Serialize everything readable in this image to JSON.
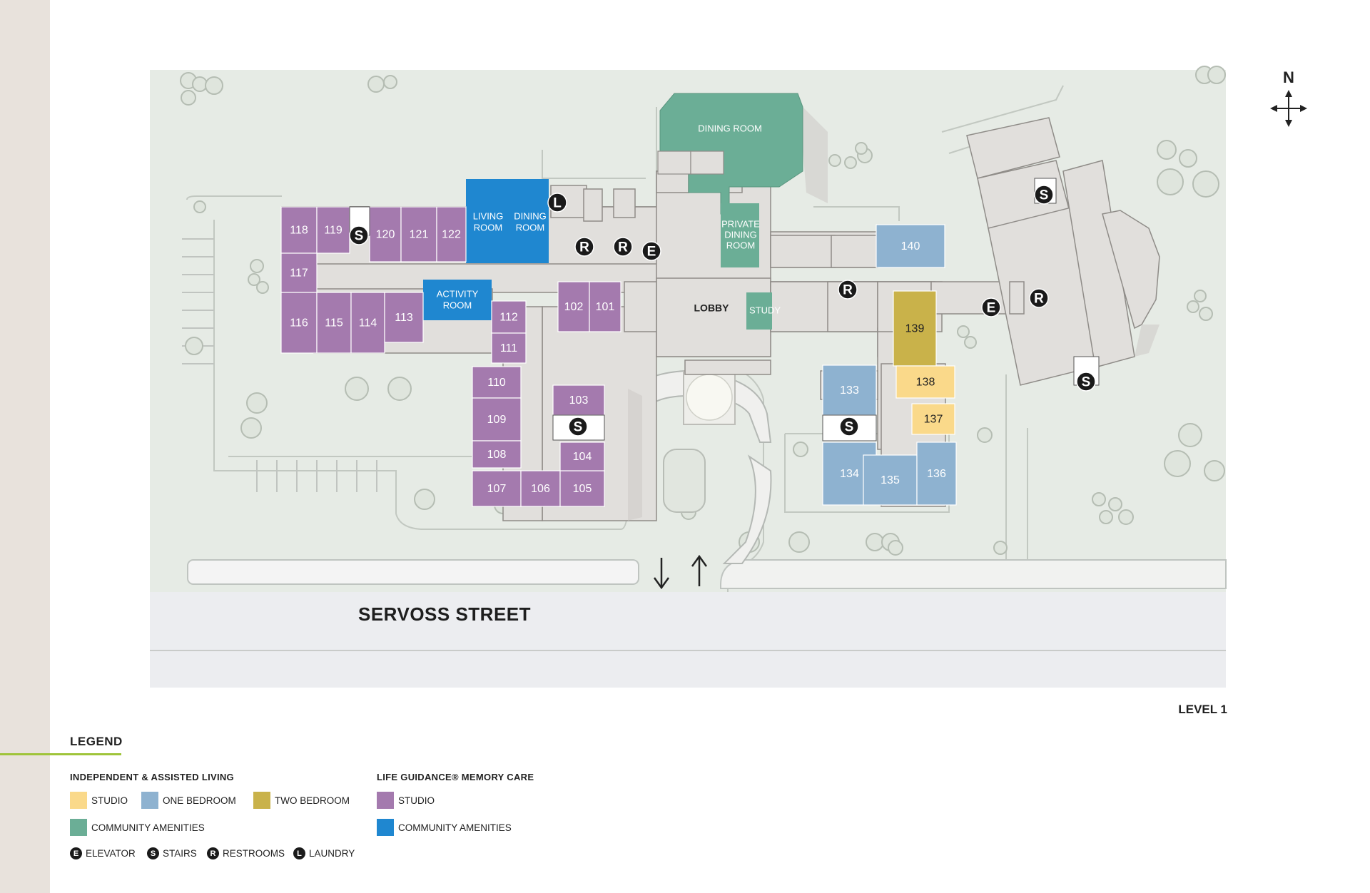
{
  "colors": {
    "studio": "#fad98a",
    "one_bedroom": "#8eb2d0",
    "two_bedroom": "#c9b24a",
    "community_amenities": "#6bae96",
    "memory_studio": "#a47aae",
    "memory_community": "#1f87d0",
    "building": "#e1dfdc",
    "grass": "#e6ebe5",
    "street_bg": "#ecedf0"
  },
  "map": {
    "street_name": "SERVOSS STREET",
    "level": "LEVEL 1",
    "north": "N",
    "lobby": "LOBBY",
    "amenities": {
      "dining_room": "DINING ROOM",
      "private_dining": [
        "PRIVATE",
        "DINING",
        "ROOM"
      ],
      "study": "STUDY",
      "living_room": [
        "LIVING",
        "ROOM"
      ],
      "dining_room_mc": [
        "DINING",
        "ROOM"
      ],
      "activity_room": [
        "ACTIVITY",
        "ROOM"
      ]
    },
    "units": {
      "memory_studio": [
        "118",
        "119",
        "120",
        "121",
        "122",
        "117",
        "116",
        "115",
        "114",
        "113",
        "112",
        "111",
        "110",
        "109",
        "108",
        "107",
        "106",
        "105",
        "104",
        "103",
        "102",
        "101"
      ],
      "one_bedroom": [
        "140",
        "133",
        "134",
        "135",
        "136"
      ],
      "two_bedroom": [
        "139"
      ],
      "studio": [
        "138",
        "137"
      ]
    },
    "symbols": {
      "elevator": "E",
      "stairs": "S",
      "restroom": "R",
      "laundry": "L"
    }
  },
  "legend": {
    "title": "LEGEND",
    "group_ial": "INDEPENDENT & ASSISTED LIVING",
    "group_mc": "LIFE GUIDANCE® MEMORY CARE",
    "studio": "STUDIO",
    "one_bedroom": "ONE BEDROOM",
    "two_bedroom": "TWO BEDROOM",
    "community_amenities": "COMMUNITY AMENITIES",
    "mc_studio": "STUDIO",
    "mc_community_amenities": "COMMUNITY AMENITIES",
    "elevator": "ELEVATOR",
    "stairs": "STAIRS",
    "restrooms": "RESTROOMS",
    "laundry": "LAUNDRY"
  }
}
